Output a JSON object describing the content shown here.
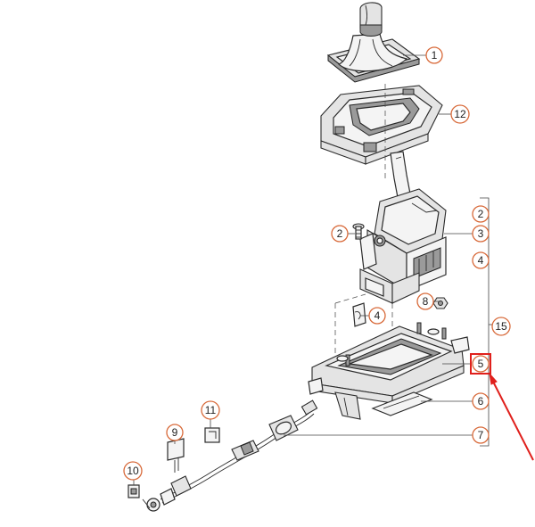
{
  "callouts": {
    "c1": "1",
    "c12": "12",
    "c2a": "2",
    "c2b": "2",
    "c3": "3",
    "c4a": "4",
    "c4b": "4",
    "c8": "8",
    "c15": "15",
    "c5": "5",
    "c6": "6",
    "c7": "7",
    "c9": "9",
    "c10": "10",
    "c11": "11"
  },
  "colors": {
    "callout_stroke": "#d86a3a",
    "highlight": "#e0201c",
    "line": "#2b2b2b"
  }
}
